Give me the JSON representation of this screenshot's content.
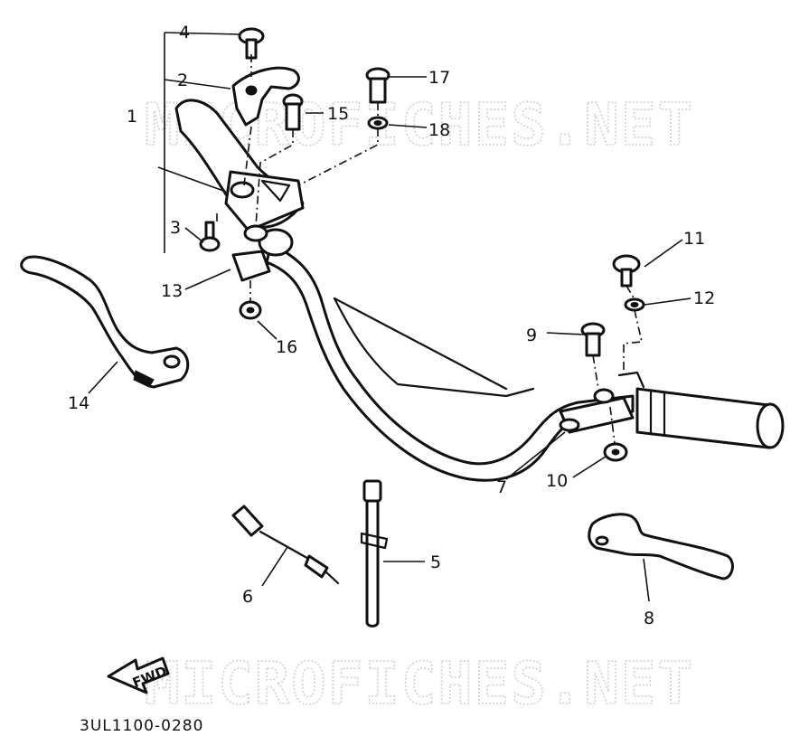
{
  "watermark": "MICROFICHES.NET",
  "diagram_code": "3UL1100-0280",
  "fwd_label": "FWD",
  "callouts": {
    "c1": "1",
    "c2": "2",
    "c3": "3",
    "c4": "4",
    "c5": "5",
    "c6": "6",
    "c7": "7",
    "c8": "8",
    "c9": "9",
    "c10": "10",
    "c11": "11",
    "c12": "12",
    "c13": "13",
    "c14": "14",
    "c15": "15",
    "c16": "16",
    "c17": "17",
    "c18": "18"
  }
}
